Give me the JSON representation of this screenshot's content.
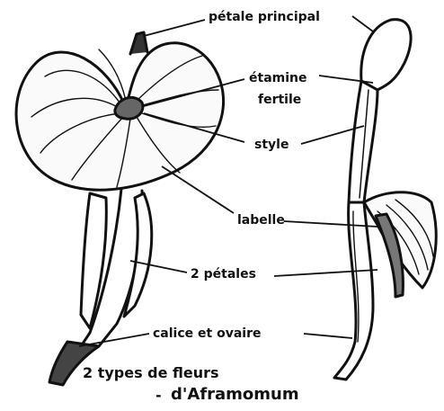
{
  "labels": {
    "petale_principal": "pétale principal",
    "etamine_line1": "étamine",
    "etamine_line2": "fertile",
    "style": "style",
    "labelle": "labelle",
    "deux_petales": "2 pétales",
    "calice_ovaire": "calice et ovaire"
  },
  "caption": {
    "line1": "2 types de fleurs",
    "dash": "-",
    "line2": "d'Aframomum"
  },
  "colors": {
    "ink": "#111111",
    "paper": "#ffffff",
    "shade": "#444444"
  }
}
